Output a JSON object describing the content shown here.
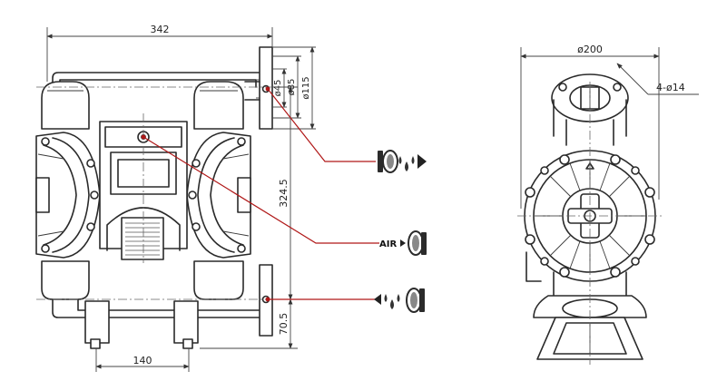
{
  "dimensions": {
    "width_total": "342",
    "base_width": "140",
    "height_ports": "324.5",
    "height_bottom": "70.5",
    "port_d1": "ø45",
    "port_d2": "ø85",
    "port_d3": "ø115",
    "side_diameter": "ø200",
    "bolt_holes": "4-ø14"
  },
  "callouts": {
    "air_label": "AIR"
  },
  "colors": {
    "line": "#2a2a2a",
    "leader": "#b01818"
  }
}
